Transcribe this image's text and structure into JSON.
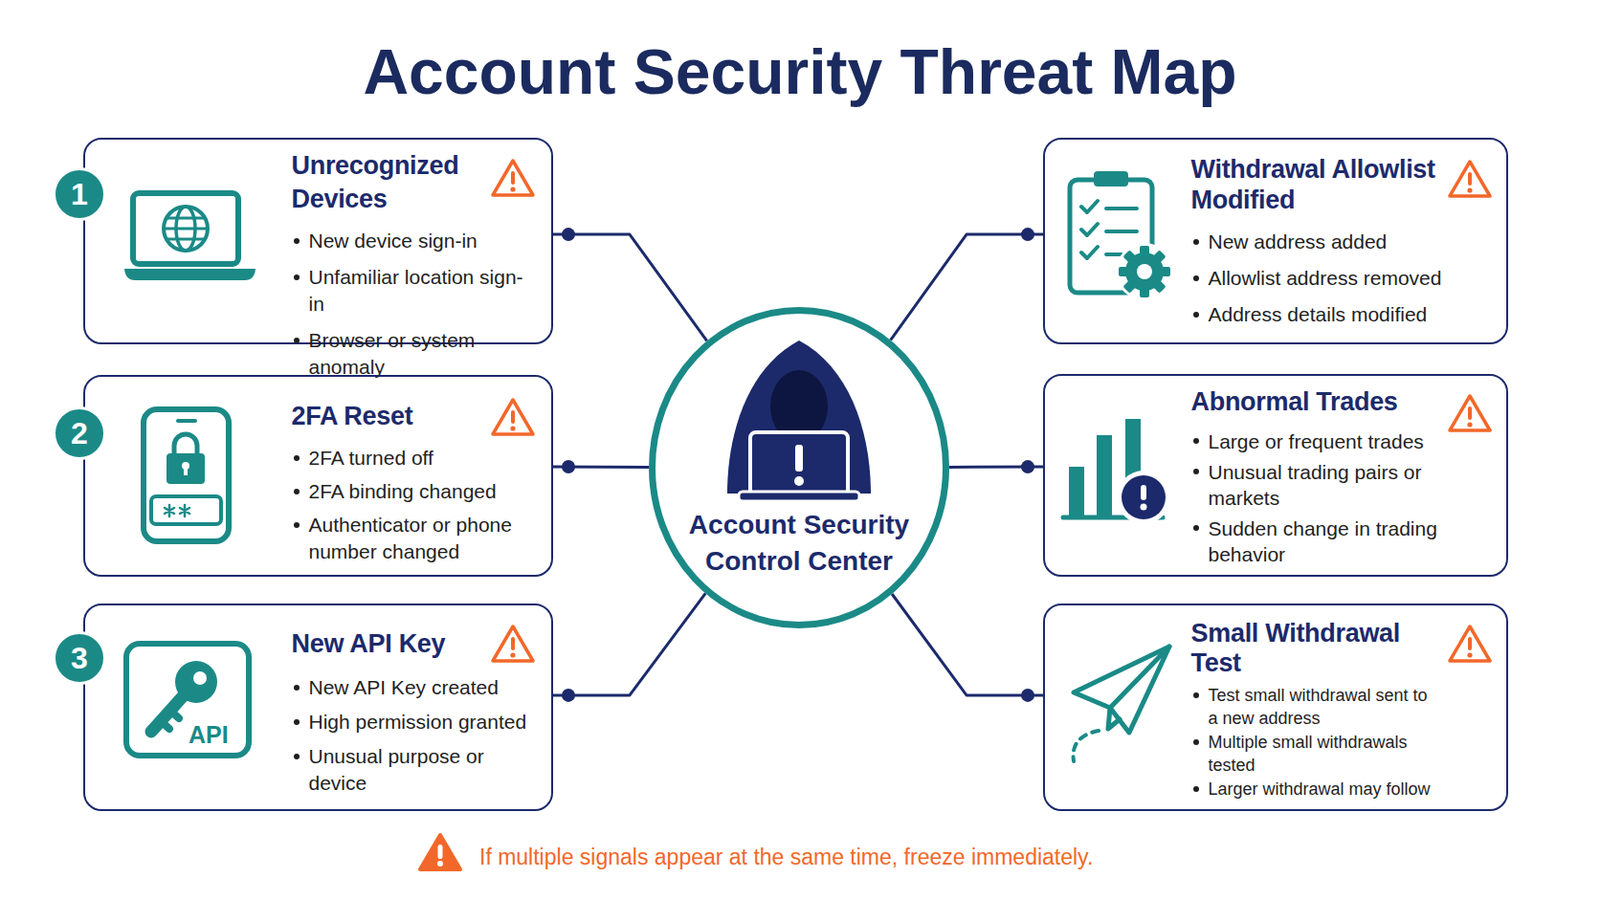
{
  "diagram": {
    "title": "Account Security Threat Map",
    "caption": "If multiple signals appear at the same time, freeze immediately.",
    "nodes": [
      {
        "text": [
          "Unrecognized Devices",
          "New device sign-in",
          "Unfamiliar location sign-in",
          "Browser or system anomaly"
        ]
      },
      {
        "text": [
          "2FA Reset",
          "2FA turned off",
          "2FA binding changed",
          "Authenticator or phone number changed"
        ]
      },
      {
        "text": [
          "New API Key",
          "New API Key created",
          "High permission granted",
          "Unusual purpose or device"
        ]
      },
      {
        "text": [
          "Withdrawal Allowlist Modified",
          "New address added",
          "Allowlist address removed",
          "Address details modified"
        ]
      },
      {
        "text": [
          "Abnormal Trades",
          "Large or frequent trades",
          "Unusual trading pairs or markets",
          "Sudden change in trading behavior"
        ]
      },
      {
        "text": [
          "Small Withdrawal Test",
          "Test small withdrawal sent to a new address",
          "Multiple small withdrawals tested",
          "Larger withdrawal may follow"
        ]
      },
      {
        "text": [
          "Account Security Control Center"
        ]
      }
    ],
    "edges": [
      {
        "from": 6,
        "to": 0,
        "arrow": "none"
      },
      {
        "from": 6,
        "to": 1,
        "arrow": "none"
      },
      {
        "from": 6,
        "to": 2,
        "arrow": "none"
      },
      {
        "from": 6,
        "to": 3,
        "arrow": "none"
      },
      {
        "from": 6,
        "to": 4,
        "arrow": "none"
      },
      {
        "from": 6,
        "to": 5,
        "arrow": "none"
      }
    ],
    "labels": [
      "1",
      "2",
      "3",
      "API"
    ]
  }
}
